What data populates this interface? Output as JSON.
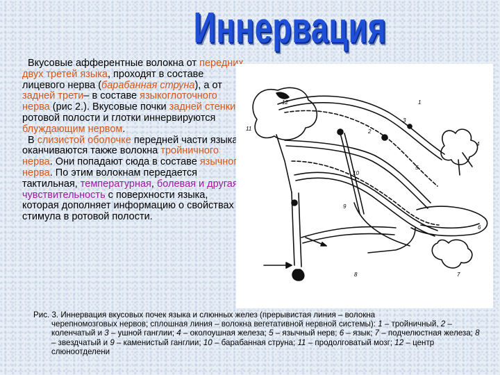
{
  "title": "Иннервация",
  "paragraph1": [
    {
      "t": "Вкусовые афферентные волокна от ",
      "s": ""
    },
    {
      "t": "передних двух третей языка",
      "s": "o"
    },
    {
      "t": ", проходят в составе лицевого нерва (",
      "s": ""
    },
    {
      "t": "барабанная струна",
      "s": "oi"
    },
    {
      "t": "), а от ",
      "s": ""
    },
    {
      "t": "задней трети",
      "s": "o"
    },
    {
      "t": "– в составе ",
      "s": ""
    },
    {
      "t": "языкоглоточного нерва",
      "s": "o"
    },
    {
      "t": " (рис 2.). Вкусовые почки ",
      "s": ""
    },
    {
      "t": "задней стенки",
      "s": "o"
    },
    {
      "t": " ротовой полости и глотки иннервируются ",
      "s": ""
    },
    {
      "t": "блуждающим нервом",
      "s": "o"
    },
    {
      "t": ".",
      "s": ""
    }
  ],
  "paragraph2": [
    {
      "t": "В ",
      "s": ""
    },
    {
      "t": "слизистой оболочке",
      "s": "o"
    },
    {
      "t": " передней части языка оканчиваются также волокна ",
      "s": ""
    },
    {
      "t": "тройничного нерва",
      "s": "o"
    },
    {
      "t": ". Они попадают сюда в составе ",
      "s": ""
    },
    {
      "t": "язычного нерва",
      "s": "o"
    },
    {
      "t": ". По этим волокнам передается тактильная, ",
      "s": ""
    },
    {
      "t": "температурная",
      "s": "p"
    },
    {
      "t": ", ",
      "s": ""
    },
    {
      "t": "болевая и другая чувствительность",
      "s": "p"
    },
    {
      "t": " с поверхности языка, которая дополняет информацию о свойствах стимула в ротовой полости.",
      "s": ""
    }
  ],
  "caption": {
    "lead": "Рис. 3. Иннервация вкусовых почек языка и слюнных желез (прерывистая линия – волокна",
    "rest": [
      {
        "t": "черепномозговых нервов; сплошная линия – волокна вегетативной нервной системы): ",
        "i": false
      },
      {
        "t": "1",
        "i": true
      },
      {
        "t": " – тройничный, ",
        "i": false
      },
      {
        "t": "2",
        "i": true
      },
      {
        "t": " – коленчатый и ",
        "i": false
      },
      {
        "t": "3",
        "i": true
      },
      {
        "t": " – ушной ганглии; ",
        "i": false
      },
      {
        "t": "4",
        "i": true
      },
      {
        "t": " – околоушная железа; ",
        "i": false
      },
      {
        "t": "5",
        "i": true
      },
      {
        "t": " – язычный нерв; ",
        "i": false
      },
      {
        "t": "6",
        "i": true
      },
      {
        "t": " – язык; ",
        "i": false
      },
      {
        "t": "7",
        "i": true
      },
      {
        "t": " – подчелюстная железа; ",
        "i": false
      },
      {
        "t": "8",
        "i": true
      },
      {
        "t": " – звездчатый и ",
        "i": false
      },
      {
        "t": "9",
        "i": true
      },
      {
        "t": " – каменистый ганглии; ",
        "i": false
      },
      {
        "t": "10",
        "i": true
      },
      {
        "t": " – барабанная струна; ",
        "i": false
      },
      {
        "t": "11",
        "i": true
      },
      {
        "t": " – продолговатый мозг; ",
        "i": false
      },
      {
        "t": "12",
        "i": true
      },
      {
        "t": " – центр слюноотделени",
        "i": false
      }
    ]
  },
  "figure": {
    "labels": [
      "1",
      "2",
      "3",
      "4",
      "5",
      "6",
      "7",
      "8",
      "9",
      "10",
      "11",
      "12"
    ]
  },
  "colors": {
    "title": "#1f4fd6",
    "highlight": "#d0581c",
    "sensitivity": "#9a1f9c",
    "text": "#000000"
  }
}
